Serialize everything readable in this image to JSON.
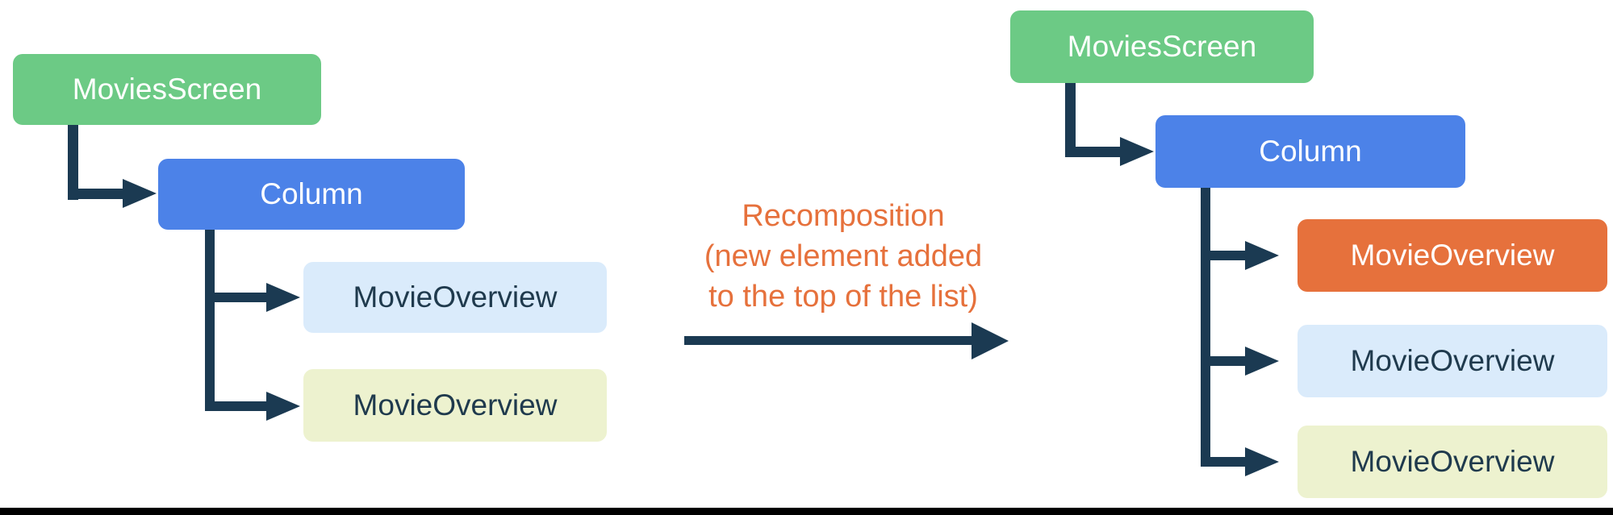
{
  "colors": {
    "node_green": "#6CCA85",
    "node_blue": "#4C82E8",
    "node_light_blue": "#DAEBFB",
    "node_light_yellow": "#EDF2CF",
    "node_orange": "#E6713C",
    "connector_navy": "#1B3A52",
    "annotation_orange": "#E6713C",
    "text_on_dark": "#FFFFFF",
    "text_on_light": "#1F3A4D",
    "bottom_rule_black": "#000000"
  },
  "left_tree": {
    "root": "MoviesScreen",
    "container": "Column",
    "children": [
      "MovieOverview",
      "MovieOverview"
    ]
  },
  "right_tree": {
    "root": "MoviesScreen",
    "container": "Column",
    "children": [
      "MovieOverview",
      "MovieOverview",
      "MovieOverview"
    ]
  },
  "annotation": {
    "line1": "Recomposition",
    "line2": "(new element added",
    "line3": "to the top of the list)"
  }
}
